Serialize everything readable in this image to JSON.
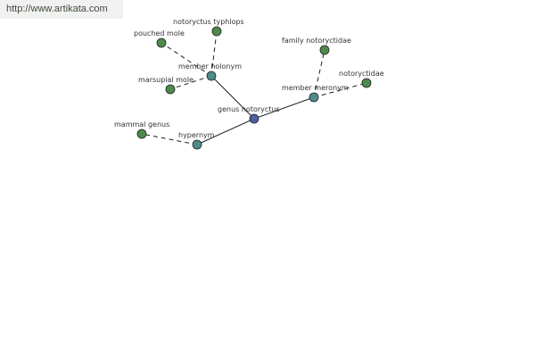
{
  "source": {
    "link_text": "http://www.artikata.com"
  },
  "colors": {
    "center_node": "#4e5ea0",
    "relation_node": "#4e8b8a",
    "leaf_node": "#4e8a4c",
    "edge": "#222222",
    "banner_bg": "#f1f1f1"
  },
  "graph": {
    "nodes": [
      {
        "id": "genus",
        "label": "genus notoryctus",
        "kind": "center"
      },
      {
        "id": "member_holonym",
        "label": "member holonym",
        "kind": "relation"
      },
      {
        "id": "member_meronym",
        "label": "member meronym",
        "kind": "relation"
      },
      {
        "id": "hypernym",
        "label": "hypernym",
        "kind": "relation"
      },
      {
        "id": "pouched_mole",
        "label": "pouched mole",
        "kind": "leaf"
      },
      {
        "id": "notoryctus_typhlops",
        "label": "notoryctus typhlops",
        "kind": "leaf"
      },
      {
        "id": "marsupial_mole",
        "label": "marsupial mole",
        "kind": "leaf"
      },
      {
        "id": "family_notoryctidae",
        "label": "family notoryctidae",
        "kind": "leaf"
      },
      {
        "id": "notoryctidae",
        "label": "notoryctidae",
        "kind": "leaf"
      },
      {
        "id": "mammal_genus",
        "label": "mammal genus",
        "kind": "leaf"
      }
    ],
    "edges": [
      {
        "from": "genus",
        "to": "member_holonym",
        "style": "solid"
      },
      {
        "from": "genus",
        "to": "member_meronym",
        "style": "solid"
      },
      {
        "from": "genus",
        "to": "hypernym",
        "style": "solid"
      },
      {
        "from": "member_holonym",
        "to": "pouched_mole",
        "style": "dashed"
      },
      {
        "from": "member_holonym",
        "to": "notoryctus_typhlops",
        "style": "dashed"
      },
      {
        "from": "member_holonym",
        "to": "marsupial_mole",
        "style": "dashed"
      },
      {
        "from": "member_meronym",
        "to": "family_notoryctidae",
        "style": "dashed"
      },
      {
        "from": "member_meronym",
        "to": "notoryctidae",
        "style": "dashed"
      },
      {
        "from": "hypernym",
        "to": "mammal_genus",
        "style": "dashed"
      }
    ]
  }
}
